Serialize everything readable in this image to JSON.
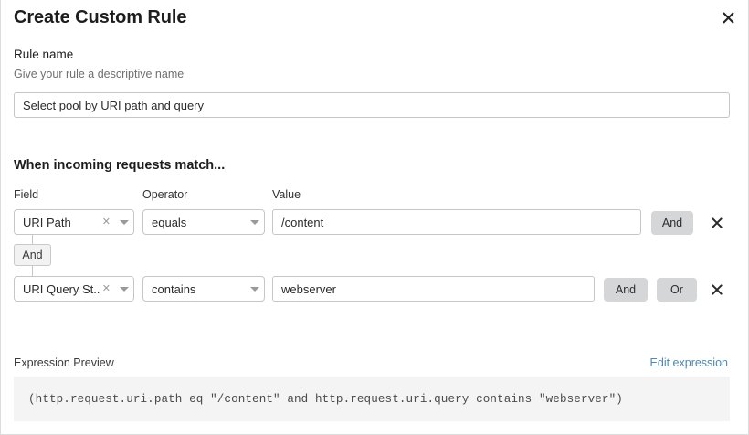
{
  "dialog": {
    "title": "Create Custom Rule",
    "close_icon": "close-icon"
  },
  "rule_name": {
    "label": "Rule name",
    "help": "Give your rule a descriptive name",
    "value": "Select pool by URI path and query",
    "placeholder": ""
  },
  "match_section": {
    "heading": "When incoming requests match...",
    "columns": {
      "field": "Field",
      "operator": "Operator",
      "value": "Value"
    },
    "connector": {
      "label": "And"
    },
    "rows": [
      {
        "field": "URI Path",
        "clear_icon": "close-small-icon",
        "caret_icon": "chevron-down-icon",
        "operator": "equals",
        "value": "/content",
        "buttons": [
          "And"
        ],
        "delete_icon": "close-icon"
      },
      {
        "field": "URI Query St...",
        "clear_icon": "close-small-icon",
        "caret_icon": "chevron-down-icon",
        "operator": "contains",
        "value": "webserver",
        "buttons": [
          "And",
          "Or"
        ],
        "delete_icon": "close-icon"
      }
    ]
  },
  "expression_preview": {
    "label": "Expression Preview",
    "edit_link": "Edit expression",
    "expression": "(http.request.uri.path eq \"/content\" and http.request.uri.query contains \"webserver\")"
  },
  "colors": {
    "link": "#5287ad",
    "pill_bg": "#d4d6d8",
    "preview_bg": "#f4f4f4",
    "border": "#c6c6c6"
  }
}
